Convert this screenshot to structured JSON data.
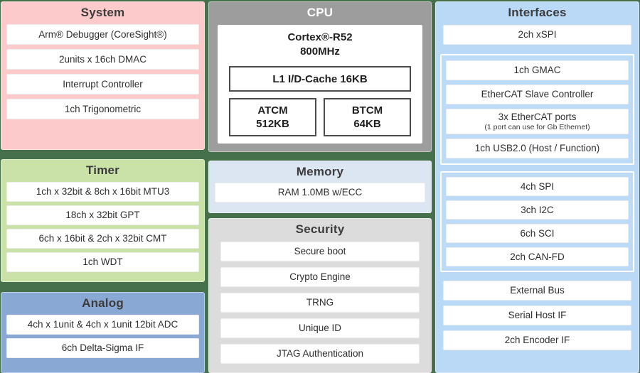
{
  "colors": {
    "background": "#46704B",
    "system_bg": "#FCCACA",
    "timer_bg": "#CAE2A8",
    "analog_bg": "#8AA8D4",
    "cpu_bg": "#9D9D9D",
    "memory_bg": "#DCE6F2",
    "security_bg": "#DCDCDC",
    "interfaces_bg": "#B9D9F7",
    "item_bg": "#FFFFFF",
    "title_text": "#3C3C3C",
    "cpu_title_text": "#FFFFFF"
  },
  "system": {
    "title": "System",
    "items": [
      "Arm® Debugger (CoreSight®)",
      "2units x 16ch DMAC",
      "Interrupt Controller",
      "1ch Trigonometric"
    ]
  },
  "timer": {
    "title": "Timer",
    "items": [
      "1ch x 32bit & 8ch x 16bit MTU3",
      "18ch x 32bit GPT",
      "6ch x 16bit & 2ch x 32bit CMT",
      "1ch WDT"
    ]
  },
  "analog": {
    "title": "Analog",
    "items": [
      "4ch x 1unit & 4ch x 1unit 12bit ADC",
      "6ch Delta-Sigma IF"
    ]
  },
  "cpu": {
    "title": "CPU",
    "core_name": "Cortex®-R52",
    "core_freq": "800MHz",
    "cache": "L1 I/D-Cache 16KB",
    "tcm": [
      {
        "name": "ATCM",
        "size": "512KB"
      },
      {
        "name": "BTCM",
        "size": "64KB"
      }
    ]
  },
  "memory": {
    "title": "Memory",
    "items": [
      "RAM 1.0MB w/ECC"
    ]
  },
  "security": {
    "title": "Security",
    "items": [
      "Secure boot",
      "Crypto Engine",
      "TRNG",
      "Unique ID",
      "JTAG Authentication"
    ]
  },
  "interfaces": {
    "title": "Interfaces",
    "top_items": [
      "2ch xSPI"
    ],
    "group1": {
      "items": [
        {
          "label": "1ch GMAC"
        },
        {
          "label": "EtherCAT Slave Controller"
        },
        {
          "label": "3x EtherCAT ports",
          "note": "(1 port can use for Gb Ethernet)"
        },
        {
          "label": "1ch USB2.0 (Host / Function)"
        }
      ]
    },
    "group2": {
      "items": [
        {
          "label": "4ch SPI"
        },
        {
          "label": "3ch I2C"
        },
        {
          "label": "6ch SCI"
        },
        {
          "label": "2ch CAN-FD"
        }
      ]
    },
    "bottom_items": [
      "External Bus",
      "Serial Host IF",
      "2ch Encoder IF"
    ]
  }
}
